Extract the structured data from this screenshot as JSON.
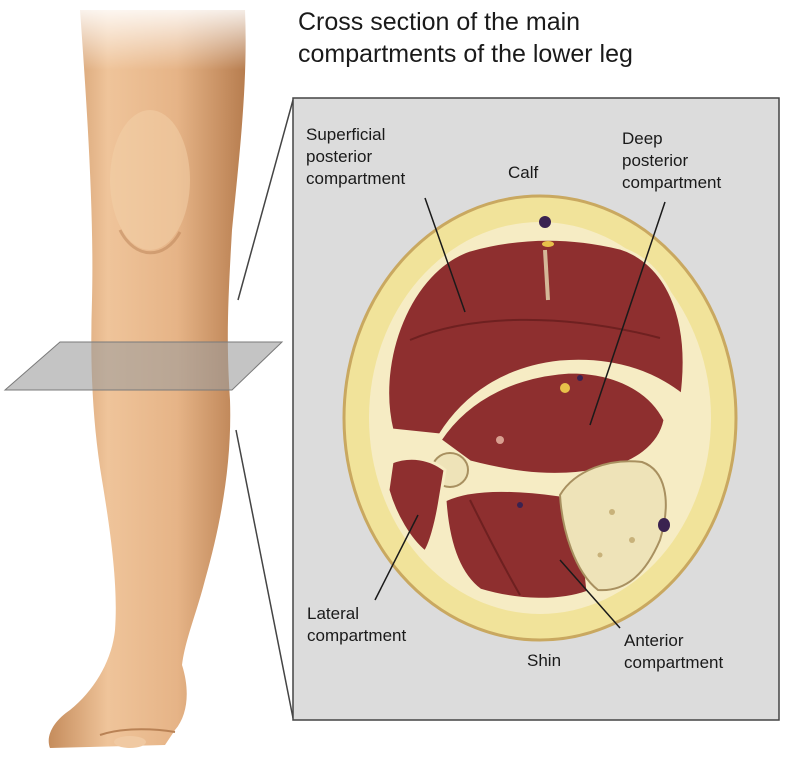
{
  "title": {
    "line1": "Cross section of the main",
    "line2": "compartments of the lower leg"
  },
  "labels": {
    "superficial_posterior": [
      "Superficial",
      "posterior",
      "compartment"
    ],
    "calf": "Calf",
    "deep_posterior": [
      "Deep",
      "posterior",
      "compartment"
    ],
    "lateral": [
      "Lateral",
      "compartment"
    ],
    "shin": "Shin",
    "anterior": [
      "Anterior",
      "compartment"
    ]
  },
  "colors": {
    "skin": "#e8b98d",
    "skin_shadow": "#c99466",
    "fat": "#f1e39a",
    "fascia": "#f6ecc4",
    "muscle": "#8e2f2f",
    "muscle_dark": "#6e2020",
    "bone": "#eee3b8",
    "panel": "#dcdcdc",
    "plane": "#9d9d9d"
  }
}
